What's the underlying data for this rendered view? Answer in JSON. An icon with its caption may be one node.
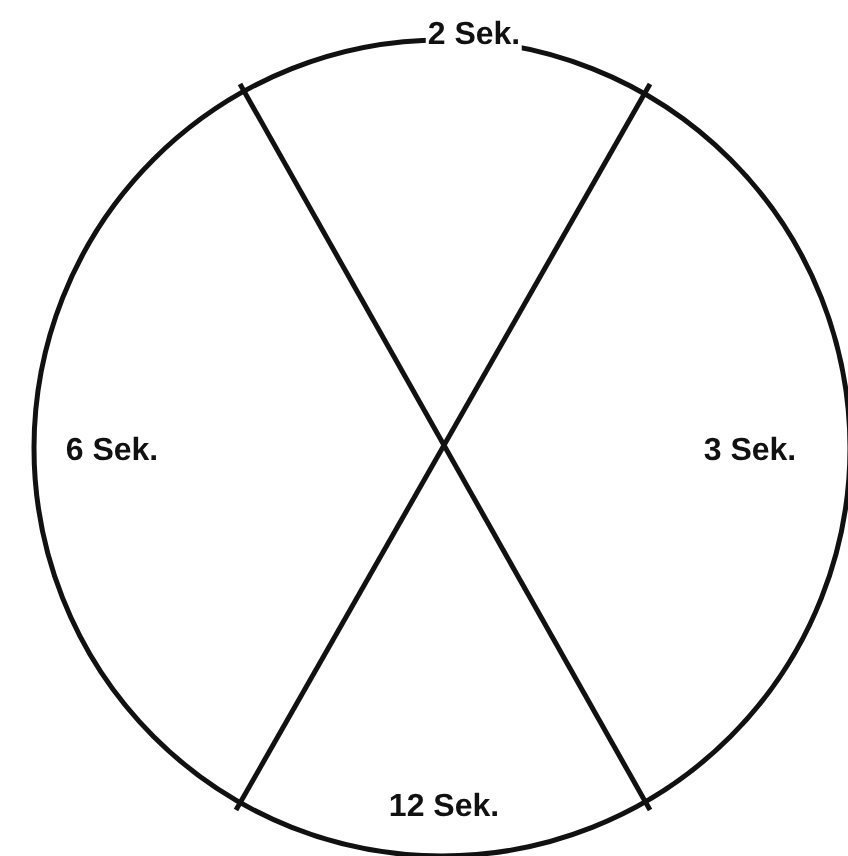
{
  "diagram": {
    "labels": [
      "2 Sek.",
      "6 Sek.",
      "3 Sek.",
      "12 Sek."
    ]
  }
}
